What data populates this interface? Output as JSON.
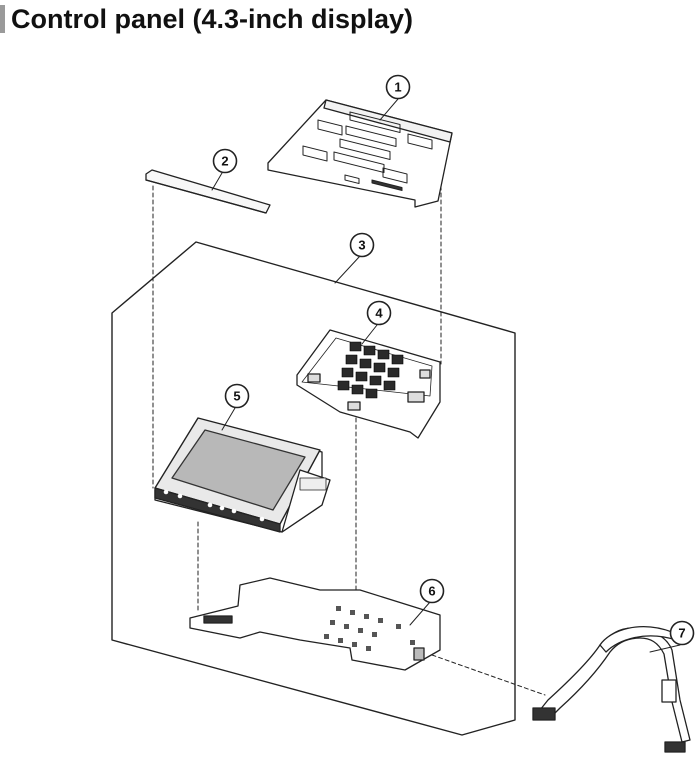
{
  "title": "Control panel (4.3-inch display)",
  "callouts": [
    {
      "id": "1",
      "label": "1"
    },
    {
      "id": "2",
      "label": "2"
    },
    {
      "id": "3",
      "label": "3"
    },
    {
      "id": "4",
      "label": "4"
    },
    {
      "id": "5",
      "label": "5"
    },
    {
      "id": "6",
      "label": "6"
    },
    {
      "id": "7",
      "label": "7"
    }
  ]
}
